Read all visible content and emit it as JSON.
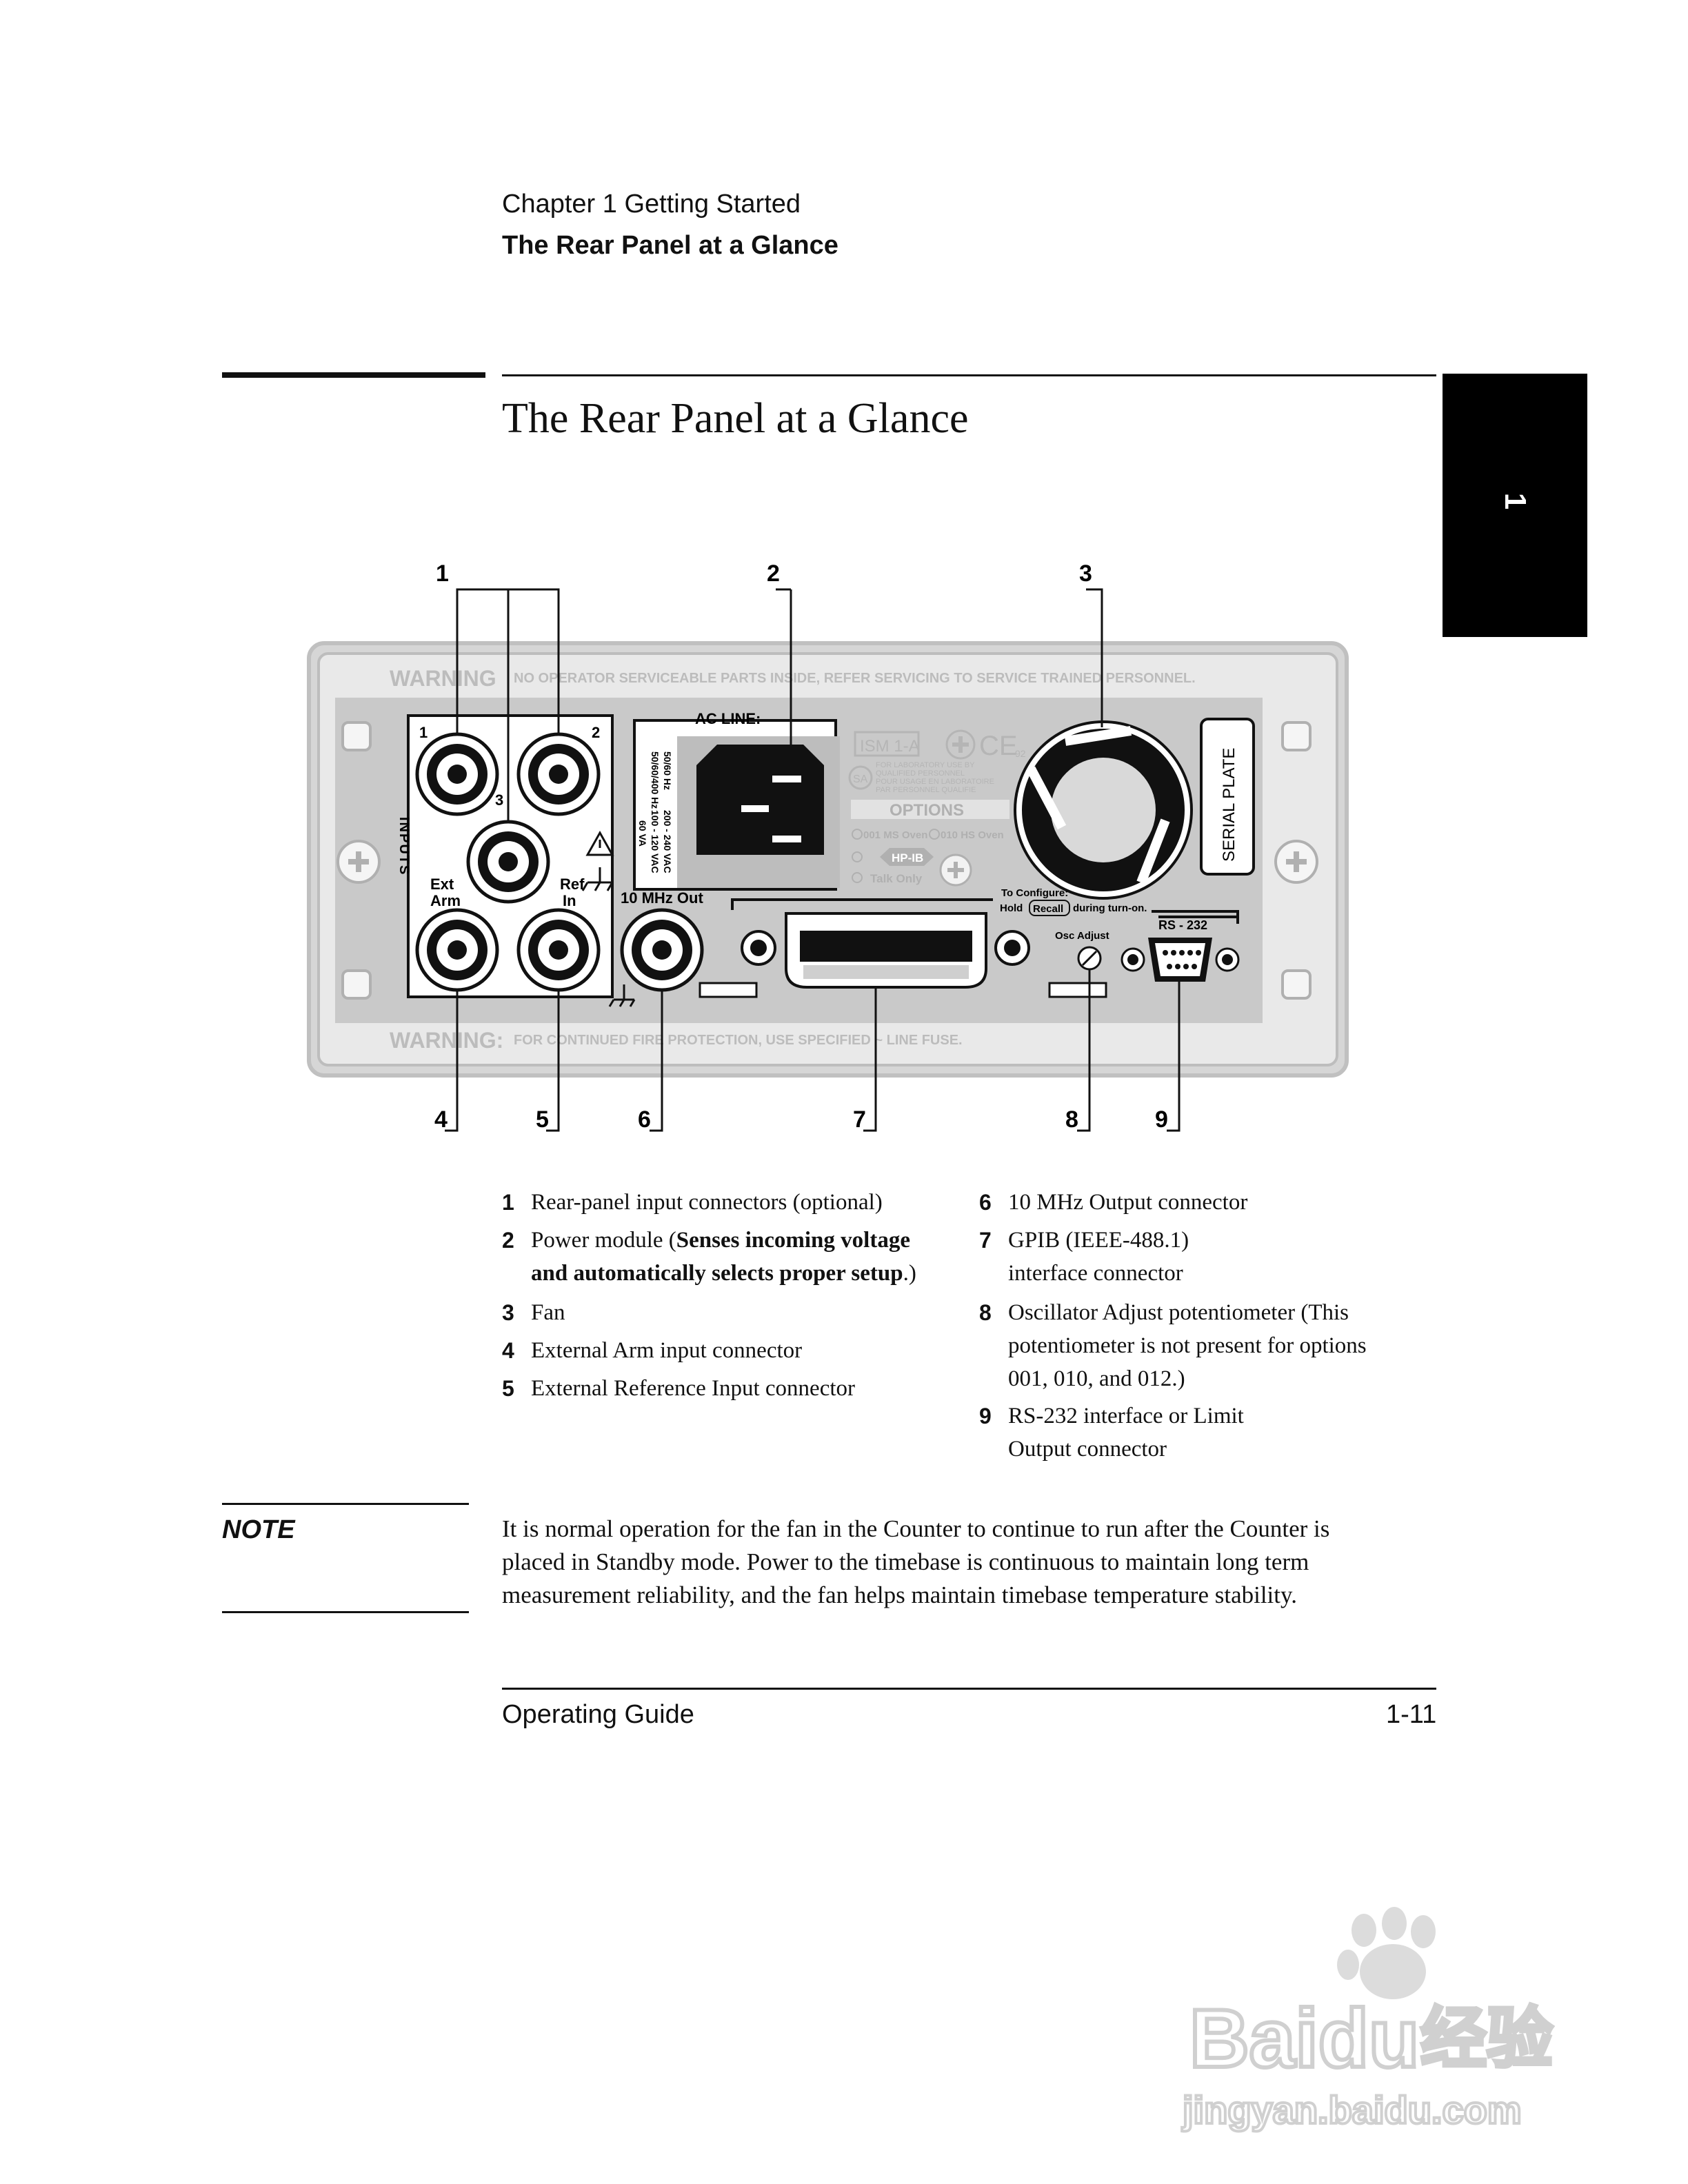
{
  "header": {
    "chapter": "Chapter 1  Getting Started",
    "section": "The Rear Panel at a Glance"
  },
  "title": "The Rear Panel at a Glance",
  "chapter_tab": "1",
  "diagram": {
    "callouts": [
      "1",
      "2",
      "3",
      "4",
      "5",
      "6",
      "7",
      "8",
      "9"
    ],
    "warning_top_word": "WARNING",
    "warning_top_text": "NO OPERATOR SERVICEABLE PARTS INSIDE, REFER SERVICING TO SERVICE TRAINED PERSONNEL.",
    "warning_bottom_word": "WARNING:",
    "warning_bottom_text": "FOR CONTINUED FIRE PROTECTION, USE SPECIFIED ~ LINE FUSE.",
    "inputs_label": "INPUTS",
    "input_1": "1",
    "input_2": "2",
    "input_3": "3",
    "ext_arm_1": "Ext",
    "ext_arm_2": "Arm",
    "ref_in_1": "Ref",
    "ref_in_2": "In",
    "ten_mhz_out": "10 MHz Out",
    "ac_line": "AC LINE:",
    "volt_1": "50/60/400 Hz",
    "volt_2": "50/60 Hz",
    "volt_3": "60 VA",
    "volt_4": "100 - 120 VAC",
    "volt_5": "200 - 240 VAC",
    "ism": "ISM 1-A",
    "ce": "CE",
    "ce_year": "92",
    "lab_text_1": "FOR LABORATORY USE BY",
    "lab_text_2": "QUALIFIED PERSONNEL",
    "lab_text_3": "POUR USAGE EN LABORATOIRE",
    "lab_text_4": "PAR PERSONNEL QUALIFIE",
    "options": "OPTIONS",
    "opt_001": "001 MS Oven",
    "opt_010": "010 HS Oven",
    "hpib": "HP-IB",
    "talk_only": "Talk Only",
    "serial_plate": "SERIAL PLATE",
    "to_configure": "To Configure:",
    "hold": "Hold",
    "recall": "Recall",
    "during_turn_on": "during turn-on.",
    "osc_adjust": "Osc Adjust",
    "rs232": "RS - 232"
  },
  "captions_left": [
    {
      "num": "1",
      "text": "Rear-panel input connectors (optional)"
    },
    {
      "num": "2",
      "text_pre": "Power module (",
      "text_bold_1": "Senses incoming voltage",
      "text_bold_2": "and automatically selects proper setup",
      "text_post": ".)"
    },
    {
      "num": "3",
      "text": "Fan"
    },
    {
      "num": "4",
      "text": "External Arm input connector"
    },
    {
      "num": "5",
      "text": "External Reference Input connector"
    }
  ],
  "captions_right": [
    {
      "num": "6",
      "line1": "10 MHz Output connector"
    },
    {
      "num": "7",
      "line1": "GPIB (IEEE-488.1)",
      "line2": "interface connector"
    },
    {
      "num": "8",
      "line1": "Oscillator Adjust potentiometer (This",
      "line2": "potentiometer is not present for options",
      "line3": "001, 010, and 012.)"
    },
    {
      "num": "9",
      "line1": "RS-232 interface or Limit",
      "line2": "Output connector"
    }
  ],
  "note": {
    "label": "NOTE",
    "line1": "It is normal operation for the fan in the Counter to continue to run after the Counter is",
    "line2": "placed in Standby mode. Power to the timebase is continuous to maintain long term",
    "line3": "measurement reliability, and the fan helps maintain timebase temperature stability."
  },
  "footer": {
    "left": "Operating Guide",
    "right": "1-11"
  },
  "watermark": {
    "brand": "Baidu",
    "cn": "经验",
    "url": "jingyan.baidu.com"
  },
  "colors": {
    "ink": "#111111",
    "panel_gray": "#c8c8c8",
    "panel_light": "#e6e6e6",
    "tab": "#000000"
  }
}
